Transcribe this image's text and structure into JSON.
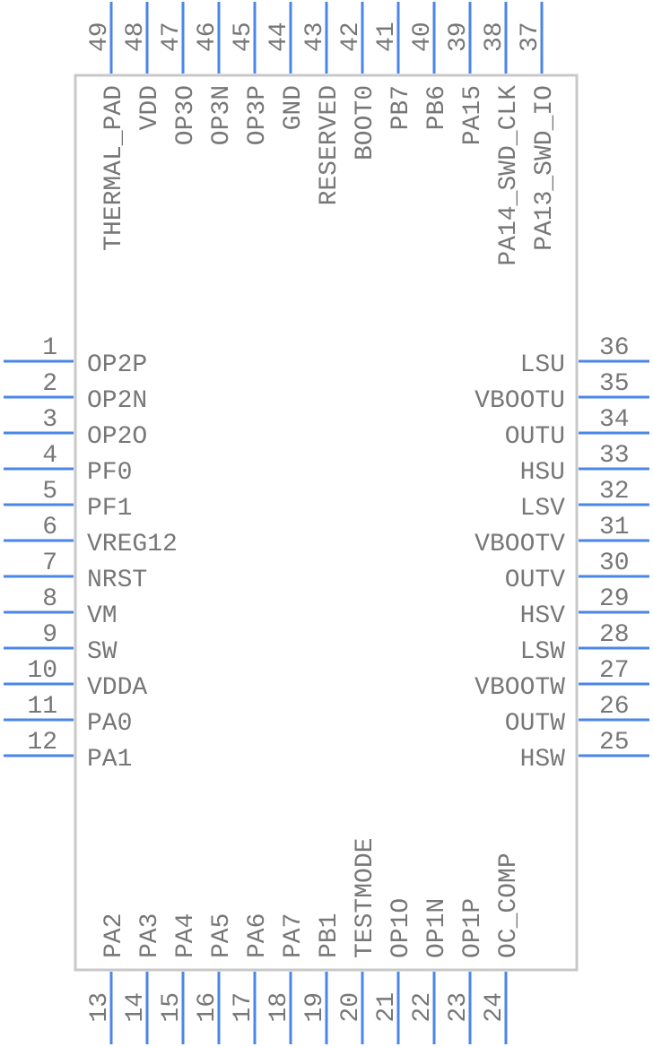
{
  "colors": {
    "pin": "#4a86e8",
    "body": "#c8c8c8",
    "text": "#777777"
  },
  "left_pins": [
    {
      "num": "1",
      "label": "OP2P"
    },
    {
      "num": "2",
      "label": "OP2N"
    },
    {
      "num": "3",
      "label": "OP2O"
    },
    {
      "num": "4",
      "label": "PF0"
    },
    {
      "num": "5",
      "label": "PF1"
    },
    {
      "num": "6",
      "label": "VREG12"
    },
    {
      "num": "7",
      "label": "NRST"
    },
    {
      "num": "8",
      "label": "VM"
    },
    {
      "num": "9",
      "label": "SW"
    },
    {
      "num": "10",
      "label": "VDDA"
    },
    {
      "num": "11",
      "label": "PA0"
    },
    {
      "num": "12",
      "label": "PA1"
    }
  ],
  "right_pins": [
    {
      "num": "36",
      "label": "LSU"
    },
    {
      "num": "35",
      "label": "VBOOTU"
    },
    {
      "num": "34",
      "label": "OUTU"
    },
    {
      "num": "33",
      "label": "HSU"
    },
    {
      "num": "32",
      "label": "LSV"
    },
    {
      "num": "31",
      "label": "VBOOTV"
    },
    {
      "num": "30",
      "label": "OUTV"
    },
    {
      "num": "29",
      "label": "HSV"
    },
    {
      "num": "28",
      "label": "LSW"
    },
    {
      "num": "27",
      "label": "VBOOTW"
    },
    {
      "num": "26",
      "label": "OUTW"
    },
    {
      "num": "25",
      "label": "HSW"
    }
  ],
  "bottom_pins": [
    {
      "num": "13",
      "label": "PA2"
    },
    {
      "num": "14",
      "label": "PA3"
    },
    {
      "num": "15",
      "label": "PA4"
    },
    {
      "num": "16",
      "label": "PA5"
    },
    {
      "num": "17",
      "label": "PA6"
    },
    {
      "num": "18",
      "label": "PA7"
    },
    {
      "num": "19",
      "label": "PB1"
    },
    {
      "num": "20",
      "label": "TESTMODE"
    },
    {
      "num": "21",
      "label": "OP1O"
    },
    {
      "num": "22",
      "label": "OP1N"
    },
    {
      "num": "23",
      "label": "OP1P"
    },
    {
      "num": "24",
      "label": "OC_COMP"
    }
  ],
  "top_pins": [
    {
      "num": "49",
      "label": "THERMAL_PAD"
    },
    {
      "num": "48",
      "label": "VDD"
    },
    {
      "num": "47",
      "label": "OP3O"
    },
    {
      "num": "46",
      "label": "OP3N"
    },
    {
      "num": "45",
      "label": "OP3P"
    },
    {
      "num": "44",
      "label": "GND"
    },
    {
      "num": "43",
      "label": "RESERVED"
    },
    {
      "num": "42",
      "label": "BOOT0"
    },
    {
      "num": "41",
      "label": "PB7"
    },
    {
      "num": "40",
      "label": "PB6"
    },
    {
      "num": "39",
      "label": "PA15"
    },
    {
      "num": "38",
      "label": "PA14_SWD_CLK"
    },
    {
      "num": "37",
      "label": "PA13_SWD_IO"
    }
  ]
}
